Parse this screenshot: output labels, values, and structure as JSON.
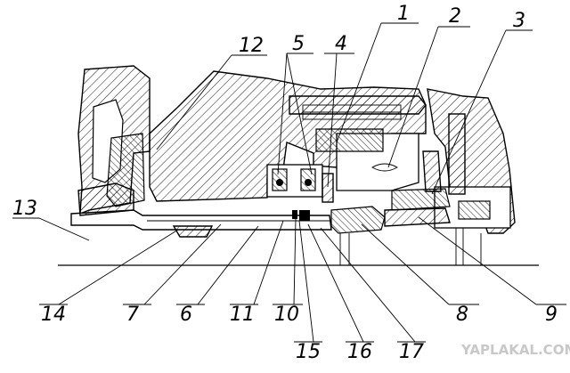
{
  "callouts": [
    {
      "id": "c1",
      "text": "1"
    },
    {
      "id": "c2",
      "text": "2"
    },
    {
      "id": "c3",
      "text": "3"
    },
    {
      "id": "c4",
      "text": "4"
    },
    {
      "id": "c5",
      "text": "5"
    },
    {
      "id": "c12",
      "text": "12"
    },
    {
      "id": "c13",
      "text": "13"
    },
    {
      "id": "c14",
      "text": "14"
    },
    {
      "id": "c7",
      "text": "7"
    },
    {
      "id": "c6",
      "text": "6"
    },
    {
      "id": "c11",
      "text": "11"
    },
    {
      "id": "c10",
      "text": "10"
    },
    {
      "id": "c8",
      "text": "8"
    },
    {
      "id": "c9",
      "text": "9"
    },
    {
      "id": "c15",
      "text": "15"
    },
    {
      "id": "c16",
      "text": "16"
    },
    {
      "id": "c17",
      "text": "17"
    }
  ],
  "watermark": "YAPLAKAL.COM"
}
